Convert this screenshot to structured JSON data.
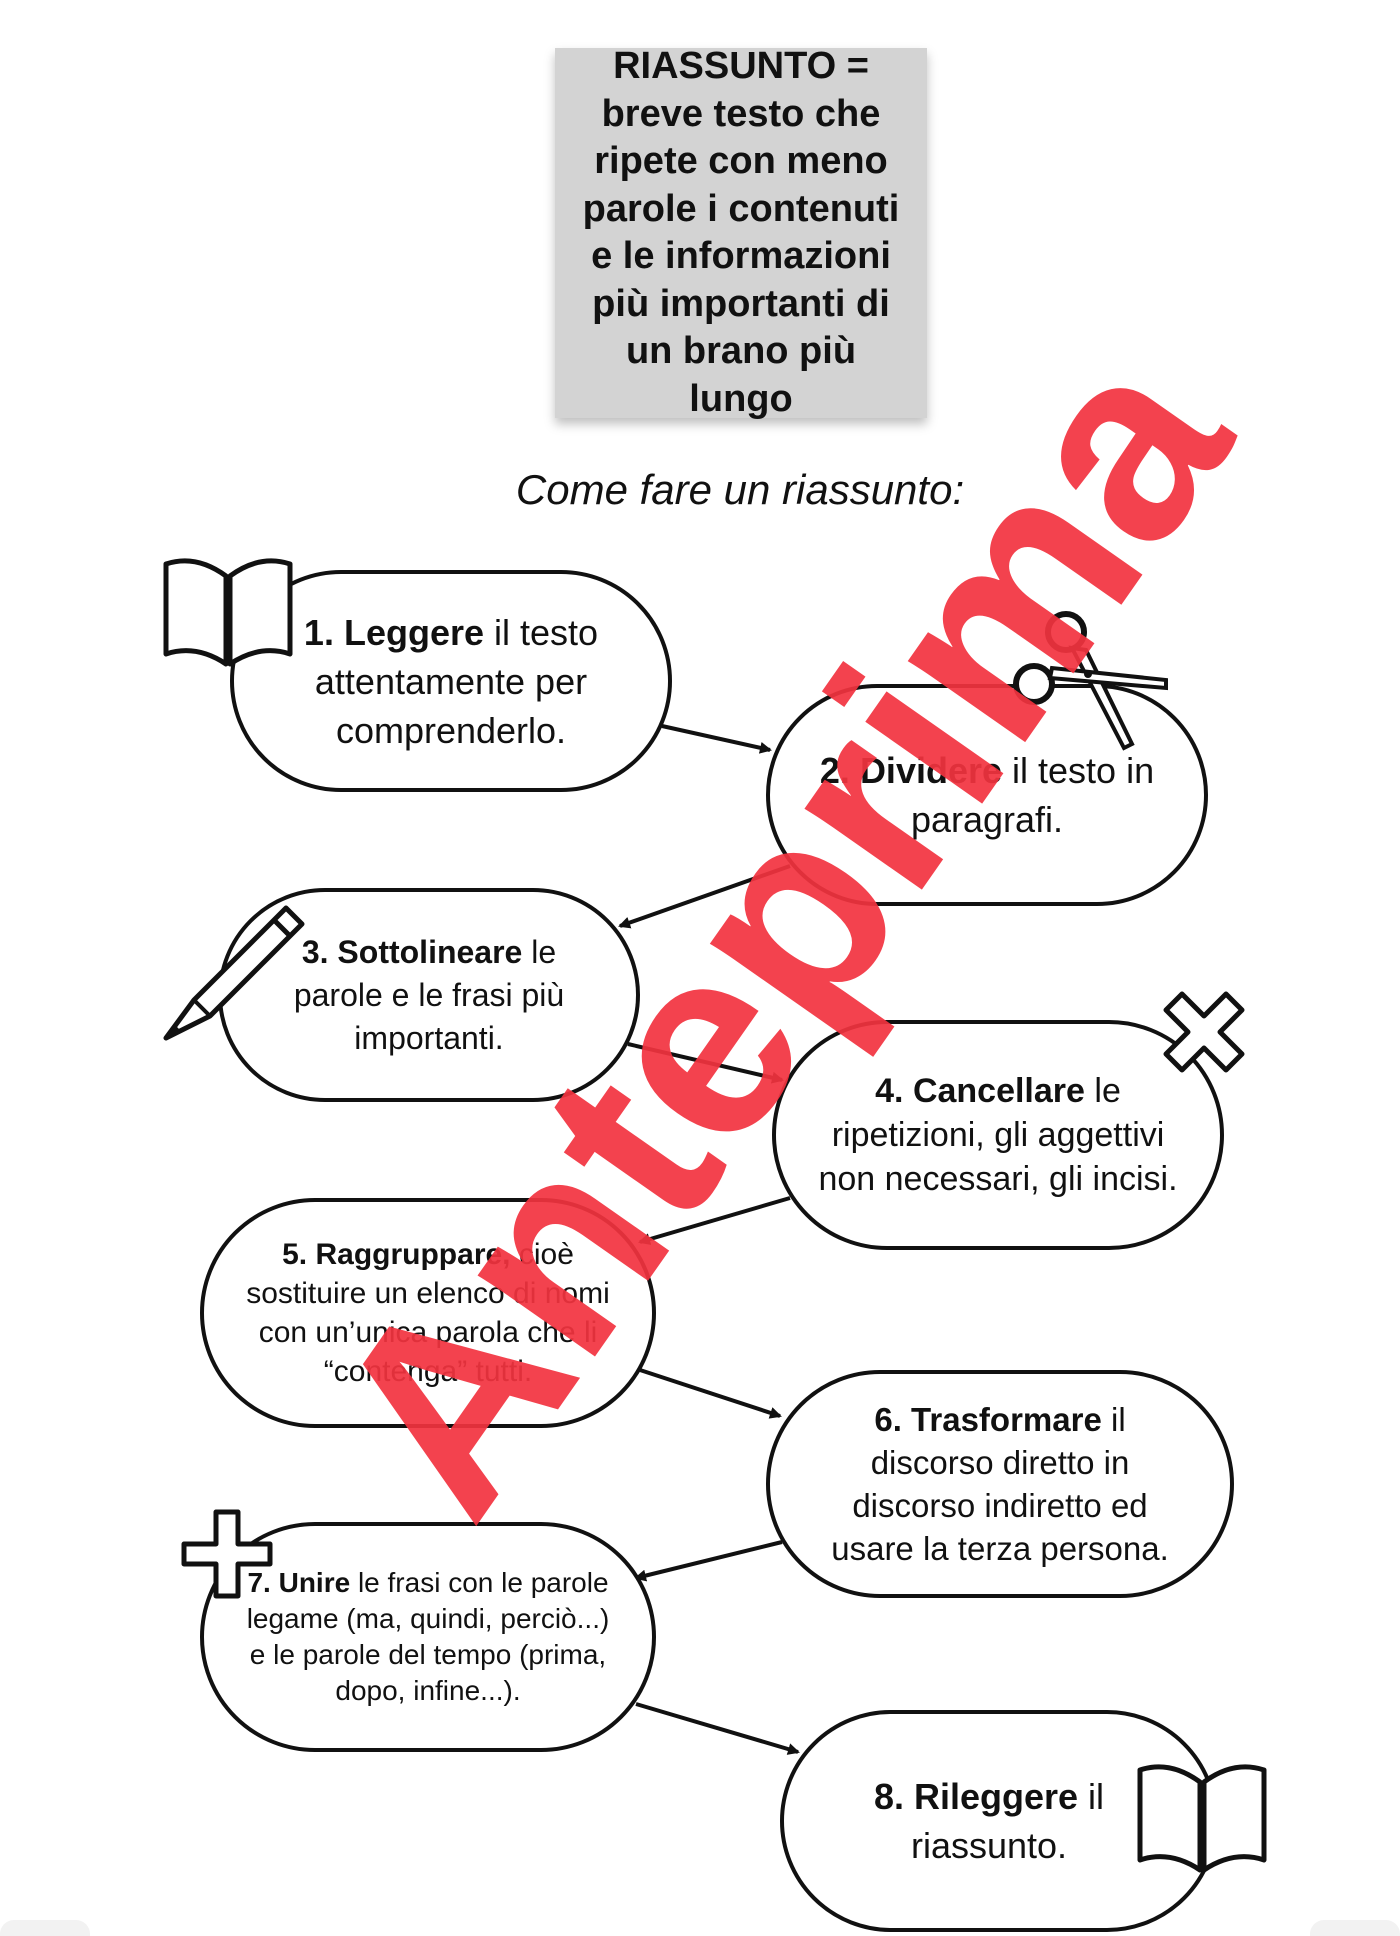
{
  "definition": {
    "text": "RIASSUNTO =\nbreve testo che\nripete con meno\nparole i contenuti\ne le informazioni\npiù importanti di\nun brano più lungo"
  },
  "subtitle": "Come fare un riassunto:",
  "steps": [
    {
      "number": "1.",
      "verb": "Leggere",
      "rest": " il testo attentamente per comprenderlo."
    },
    {
      "number": "2.",
      "verb": "Dividere",
      "rest": " il testo in paragrafi."
    },
    {
      "number": "3.",
      "verb": "Sottolineare",
      "rest": " le parole e le frasi più importanti."
    },
    {
      "number": "4.",
      "verb": "Cancellare",
      "rest": " le ripetizioni, gli aggettivi non necessari, gli incisi."
    },
    {
      "number": "5.",
      "verb": "Raggruppare,",
      "rest": " cioè sostituire un elenco di nomi con un’unica parola che li “contenga” tutti."
    },
    {
      "number": "6.",
      "verb": "Trasformare",
      "rest": " il discorso diretto in discorso indiretto ed usare la terza persona."
    },
    {
      "number": "7.",
      "verb": "Unire",
      "rest": " le frasi con le parole legame (ma, quindi, perciò...) e le parole del tempo (prima, dopo, infine...)."
    },
    {
      "number": "8.",
      "verb": "Rileggere",
      "rest": " il riassunto."
    }
  ],
  "icons": [
    "open-book-icon",
    "scissors-icon",
    "pencil-icon",
    "cross-icon",
    "plus-icon",
    "open-book-icon"
  ],
  "watermark": "Anteprima",
  "colors": {
    "definition_bg": "#d3d3d3",
    "watermark": "#f2333f",
    "stroke": "#111111"
  }
}
